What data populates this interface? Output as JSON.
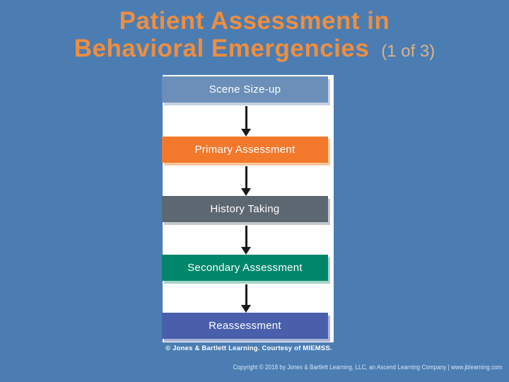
{
  "slide": {
    "background_color": "#4b7db3",
    "title": {
      "line1": "Patient Assessment in",
      "line2": "Behavioral Emergencies",
      "suffix": "(1 of 3)",
      "color": "#ee8e3f",
      "suffix_color": "#ddb184"
    },
    "flowchart": {
      "panel_color": "#ffffff",
      "arrow_color": "#1a1a1a",
      "label_text_color": "#ffffff",
      "steps": [
        {
          "label": "Scene Size-up",
          "color": "#6b8fb8",
          "shadow_color": "#c5d1e4"
        },
        {
          "label": "Primary Assessment",
          "color": "#f2792c",
          "shadow_color": "#f9c9a0"
        },
        {
          "label": "History Taking",
          "color": "#5d6772",
          "shadow_color": "#c3c8cd"
        },
        {
          "label": "Secondary Assessment",
          "color": "#00866b",
          "shadow_color": "#a6d4c7"
        },
        {
          "label": "Reassessment",
          "color": "#4a5fab",
          "shadow_color": "#abb4da"
        }
      ],
      "caption": "© Jones & Bartlett Learning. Courtesy of MIEMSS."
    },
    "footer": {
      "copyright": "Copyright © 2018 by Jones & Bartlett Learning, LLC, an Ascend Learning Company  |  www.jblearning.com",
      "color": "#d9e6f2"
    }
  }
}
